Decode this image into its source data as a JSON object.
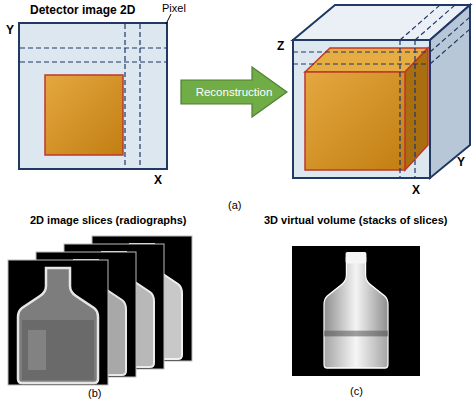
{
  "diagram": {
    "nodes": [
      {
        "text": [
          "Detector image 2D"
        ]
      },
      {
        "text": [
          "Reconstruction"
        ]
      },
      {
        "text": [
          "2D image slices (radiographs)"
        ]
      },
      {
        "text": [
          "3D virtual volume (stacks of slices)"
        ]
      }
    ],
    "labels": [
      "Pixel",
      "Y",
      "X",
      "Z",
      "Y",
      "X",
      "(a)",
      "(b)",
      "(c)"
    ]
  }
}
